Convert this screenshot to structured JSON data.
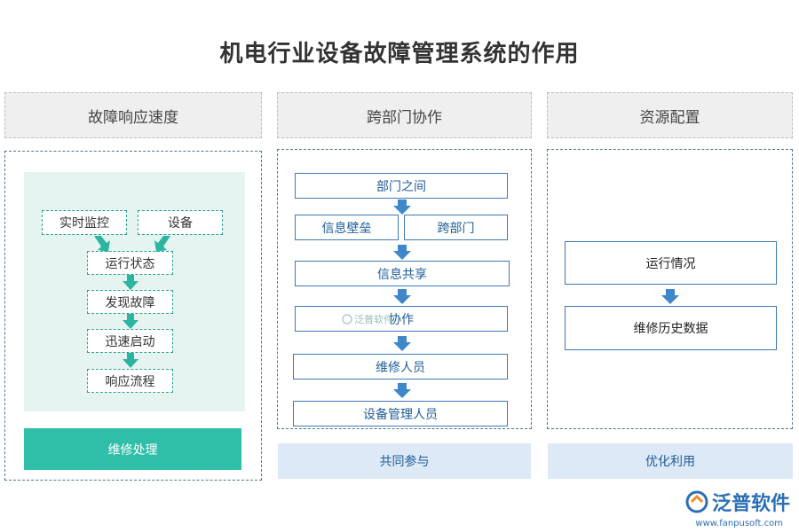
{
  "title": "机电行业设备故障管理系统的作用",
  "columns": [
    {
      "heading": "故障响应速度",
      "top_boxes": [
        "实时监控",
        "设备"
      ],
      "steps": [
        "运行状态",
        "发现故障",
        "迅速启动",
        "响应流程"
      ],
      "footer": "维修处理"
    },
    {
      "heading": "跨部门协作",
      "first": "部门之间",
      "split": [
        "信息壁垒",
        "跨部门"
      ],
      "steps": [
        "信息共享",
        "协作",
        "维修人员",
        "设备管理人员"
      ],
      "footer": "共同参与"
    },
    {
      "heading": "资源配置",
      "steps": [
        "运行情况",
        "维修历史数据"
      ],
      "footer": "优化利用"
    }
  ],
  "watermark": "泛普软件",
  "logo": {
    "name": "泛普软件",
    "url": "www.fanpusoft.com"
  },
  "colors": {
    "green": "#2fbfa8",
    "blue": "#3d7ab3",
    "arrow_blue": "#3f87c9",
    "arrow_green": "#2bb5a0"
  }
}
